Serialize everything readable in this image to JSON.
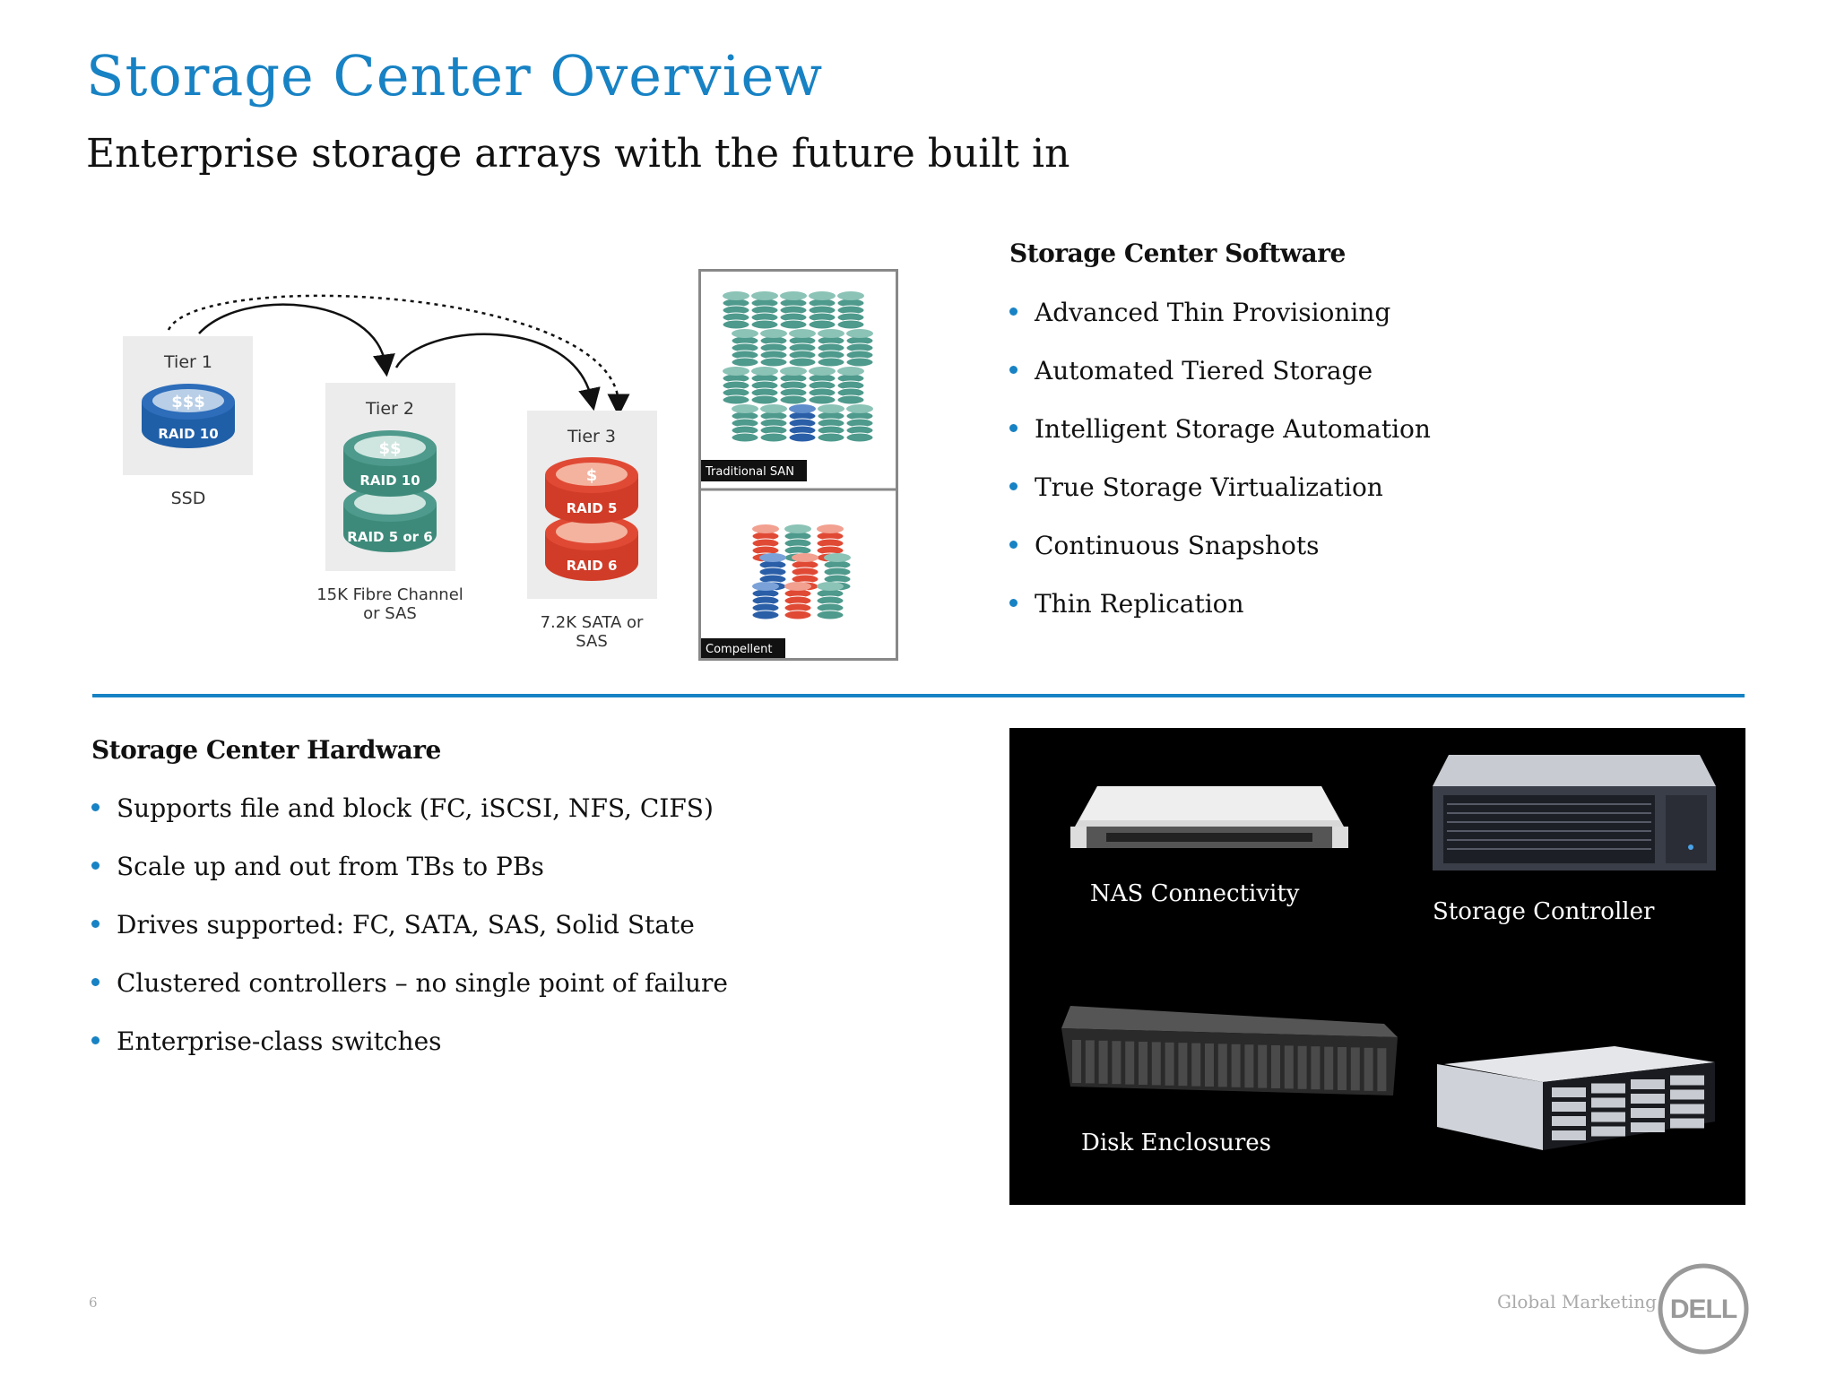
{
  "title": "Storage Center Overview",
  "subtitle": "Enterprise storage arrays  with the future built in",
  "software": {
    "heading": "Storage Center Software",
    "items": [
      "Advanced Thin Provisioning",
      "Automated Tiered Storage",
      "Intelligent Storage Automation",
      "True Storage Virtualization",
      "Continuous Snapshots",
      "Thin Replication"
    ]
  },
  "hardware": {
    "heading": "Storage Center Hardware",
    "items": [
      "Supports file and block (FC, iSCSI, NFS, CIFS)",
      "Scale up and out from TBs to PBs",
      "Drives supported: FC, SATA, SAS, Solid State",
      "Clustered controllers – no single point of failure",
      "Enterprise-class switches"
    ],
    "labels": {
      "nas": "NAS Connectivity",
      "controller": "Storage Controller",
      "disk": "Disk Enclosures"
    }
  },
  "tiers": {
    "tier1": {
      "label": "Tier 1",
      "symbol": "$$$",
      "raid": "RAID 10",
      "media": "SSD",
      "color": "#1f5fa8"
    },
    "tier2": {
      "label": "Tier 2",
      "symbol": "$$",
      "raid_top": "RAID 10",
      "raid_bottom": "RAID 5 or 6",
      "media_line1": "15K Fibre Channel",
      "media_line2": "or SAS",
      "color": "#3d8a7a"
    },
    "tier3": {
      "label": "Tier 3",
      "symbol": "$",
      "raid_top": "RAID 5",
      "raid_bottom": "RAID 6",
      "media_line1": "7.2K SATA or",
      "media_line2": "SAS",
      "color": "#e04a35"
    }
  },
  "comparison": {
    "traditional_label": "Traditional SAN",
    "compellent_label": "Compellent"
  },
  "footer": {
    "page_number": "6",
    "text": "Global Marketing",
    "logo_text": "DELL"
  },
  "colors": {
    "accent": "#1782c4",
    "teal": "#4e9a8c",
    "blue": "#2a5fa8",
    "red": "#e04a35"
  }
}
